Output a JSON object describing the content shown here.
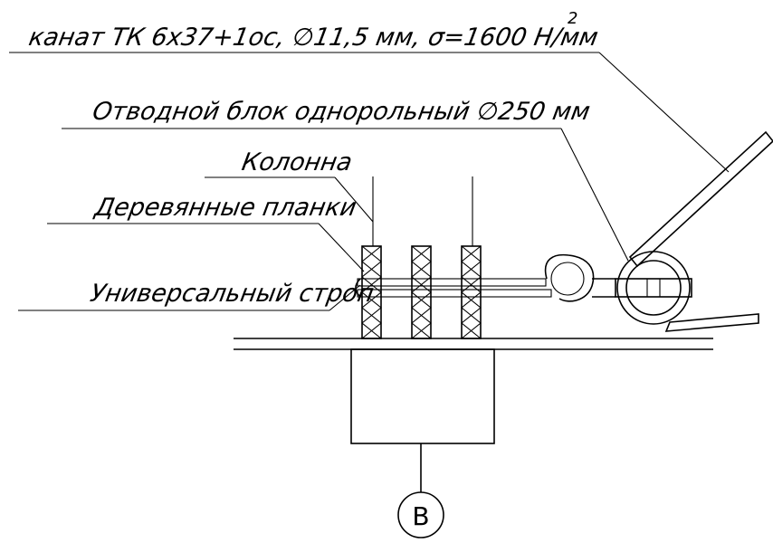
{
  "labels": {
    "rope": "канат ТК 6х37+1ос, ∅11,5 мм, σ=1600 Н/мм",
    "rope_sup": "2",
    "block": "Отводной блок однорольный ∅250 мм",
    "column": "Колонна",
    "planks": "Деревянные планки",
    "sling": "Универсальный строп",
    "axis": "В"
  },
  "colors": {
    "line": "#000000",
    "background": "#ffffff"
  }
}
